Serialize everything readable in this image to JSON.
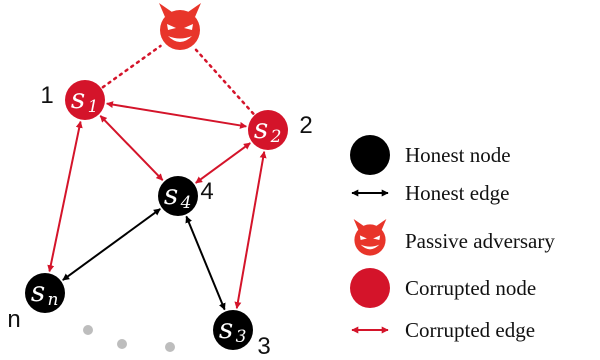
{
  "colors": {
    "honest": "#000000",
    "corrupted": "#d4142a",
    "adversary": "#e8352a",
    "ellipsis": "#bdbdbd"
  },
  "icons": {
    "adversary": "devil-face-icon"
  },
  "nodes": {
    "s1": {
      "symbol": "s",
      "sub": "1",
      "number": "1",
      "status": "corrupted"
    },
    "s2": {
      "symbol": "s",
      "sub": "2",
      "number": "2",
      "status": "corrupted"
    },
    "s3": {
      "symbol": "s",
      "sub": "3",
      "number": "3",
      "status": "honest"
    },
    "s4": {
      "symbol": "s",
      "sub": "4",
      "number": "4",
      "status": "honest"
    },
    "sn": {
      "symbol": "s",
      "sub": "n",
      "number": "n",
      "status": "honest"
    }
  },
  "edges": [
    {
      "from": "s1",
      "to": "s2",
      "type": "corrupted"
    },
    {
      "from": "s1",
      "to": "s4",
      "type": "corrupted"
    },
    {
      "from": "s1",
      "to": "sn",
      "type": "corrupted"
    },
    {
      "from": "s2",
      "to": "s4",
      "type": "corrupted"
    },
    {
      "from": "s2",
      "to": "s3",
      "type": "corrupted"
    },
    {
      "from": "s4",
      "to": "sn",
      "type": "honest"
    },
    {
      "from": "s4",
      "to": "s3",
      "type": "honest"
    }
  ],
  "leaks": [
    {
      "from": "s1",
      "to": "adversary",
      "style": "dotted"
    },
    {
      "from": "s2",
      "to": "adversary",
      "style": "dotted"
    }
  ],
  "legend": {
    "honest_node": "Honest node",
    "honest_edge": "Honest edge",
    "passive_adversary": "Passive adversary",
    "corrupted_node": "Corrupted node",
    "corrupted_edge": "Corrupted edge"
  }
}
